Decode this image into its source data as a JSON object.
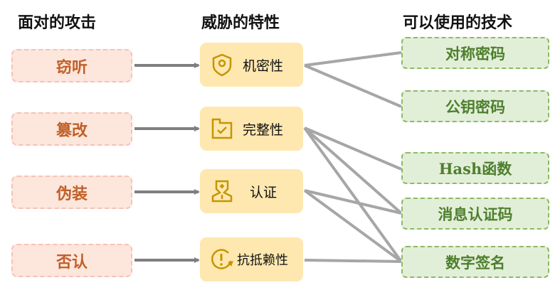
{
  "headers": {
    "attacks": "面对的攻击",
    "properties": "威胁的特性",
    "techniques": "可以使用的技术"
  },
  "attacks": [
    "窃听",
    "篡改",
    "伪装",
    "否认"
  ],
  "properties": [
    {
      "label": "机密性",
      "icon": "shield-icon"
    },
    {
      "label": "完整性",
      "icon": "folder-check-icon"
    },
    {
      "label": "认证",
      "icon": "user-badge-icon"
    },
    {
      "label": "抗抵赖性",
      "icon": "alert-refresh-icon"
    }
  ],
  "techniques": [
    "对称密码",
    "公钥密码",
    "Hash函数",
    "消息认证码",
    "数字签名"
  ],
  "links": [
    [
      0,
      0
    ],
    [
      0,
      1
    ],
    [
      1,
      2
    ],
    [
      1,
      3
    ],
    [
      1,
      4
    ],
    [
      2,
      3
    ],
    [
      2,
      4
    ],
    [
      3,
      4
    ]
  ],
  "colors": {
    "arrow": "#7f7f7f",
    "link": "#a6a6a6",
    "icon": "#c89400"
  }
}
